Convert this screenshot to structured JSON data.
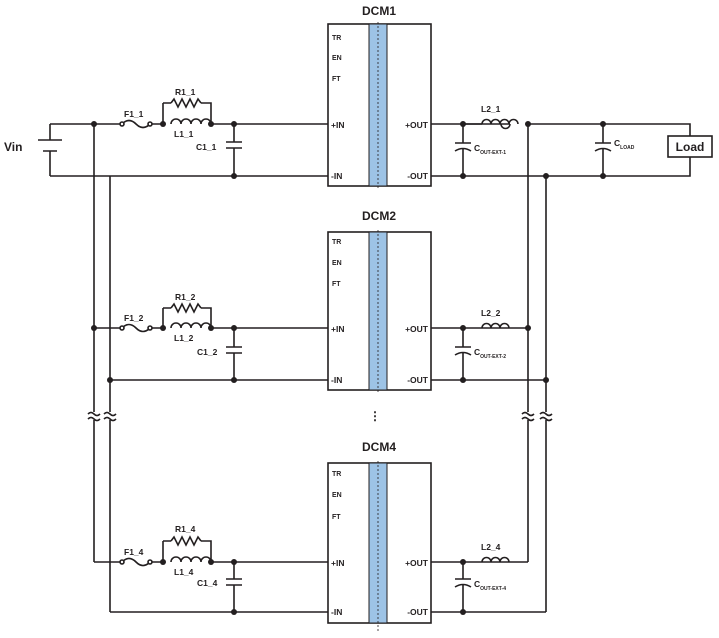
{
  "vin_label": "Vin",
  "load_label": "Load",
  "c_load": {
    "main": "C",
    "sub": "LOAD"
  },
  "pin_labels": {
    "tr": "TR",
    "en": "EN",
    "ft": "FT",
    "pin_plus": "+IN",
    "pin_minus": "-IN",
    "pout_plus": "+OUT",
    "pout_minus": "-OUT"
  },
  "ellipsis": "⋮",
  "isolation_color": "#9dc3e6",
  "modules": [
    {
      "title": "DCM1",
      "fuse": "F1_1",
      "resistor": "R1_1",
      "inductor": "L1_1",
      "capacitor": "C1_1",
      "out_inductor": "L2_1",
      "cout": {
        "main": "C",
        "sub": "OUT-EXT-1"
      }
    },
    {
      "title": "DCM2",
      "fuse": "F1_2",
      "resistor": "R1_2",
      "inductor": "L1_2",
      "capacitor": "C1_2",
      "out_inductor": "L2_2",
      "cout": {
        "main": "C",
        "sub": "OUT-EXT-2"
      }
    },
    {
      "title": "DCM4",
      "fuse": "F1_4",
      "resistor": "R1_4",
      "inductor": "L1_4",
      "capacitor": "C1_4",
      "out_inductor": "L2_4",
      "cout": {
        "main": "C",
        "sub": "OUT-EXT-4"
      }
    }
  ]
}
